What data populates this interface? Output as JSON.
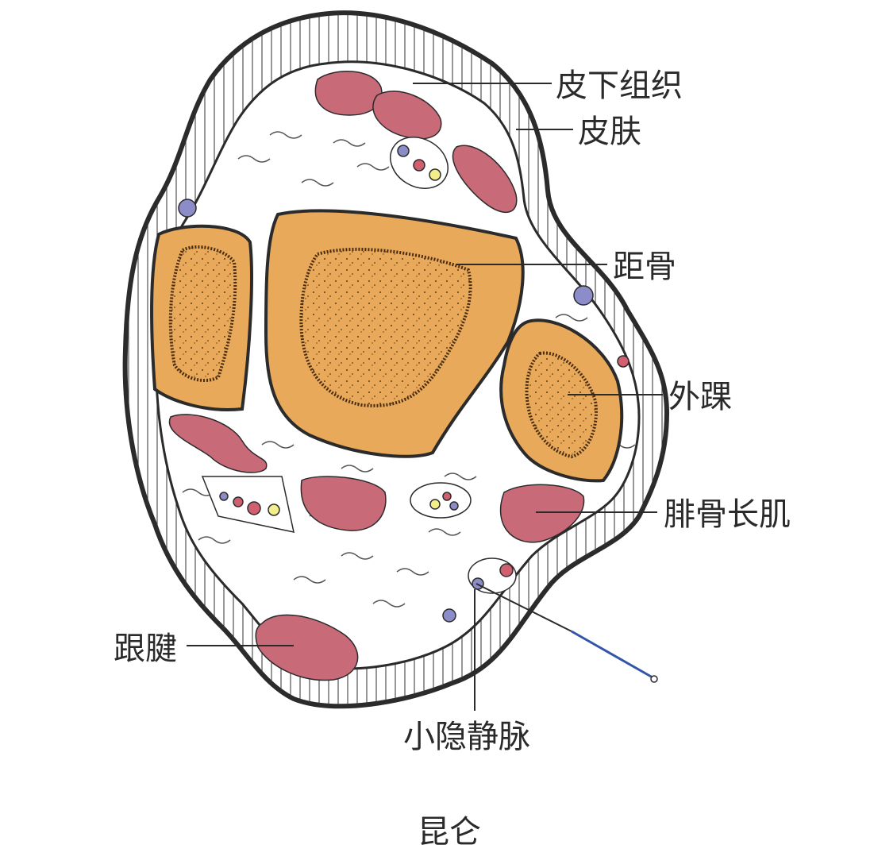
{
  "labels": {
    "subcutaneous": "皮下组织",
    "skin": "皮肤",
    "talus": "距骨",
    "lateral_malleolus": "外踝",
    "peroneus_longus": "腓骨长肌",
    "achilles": "跟腱",
    "small_saphenous": "小隐静脉"
  },
  "caption": "昆仑",
  "colors": {
    "bone": "#E8A95A",
    "bone_core": "#E0A454",
    "muscle": "#C96A78",
    "vein": "#8C8CC8",
    "nerve": "#F2EE8C",
    "artery": "#D06070",
    "outline": "#2b2b2b",
    "needle": "#3355AA"
  }
}
